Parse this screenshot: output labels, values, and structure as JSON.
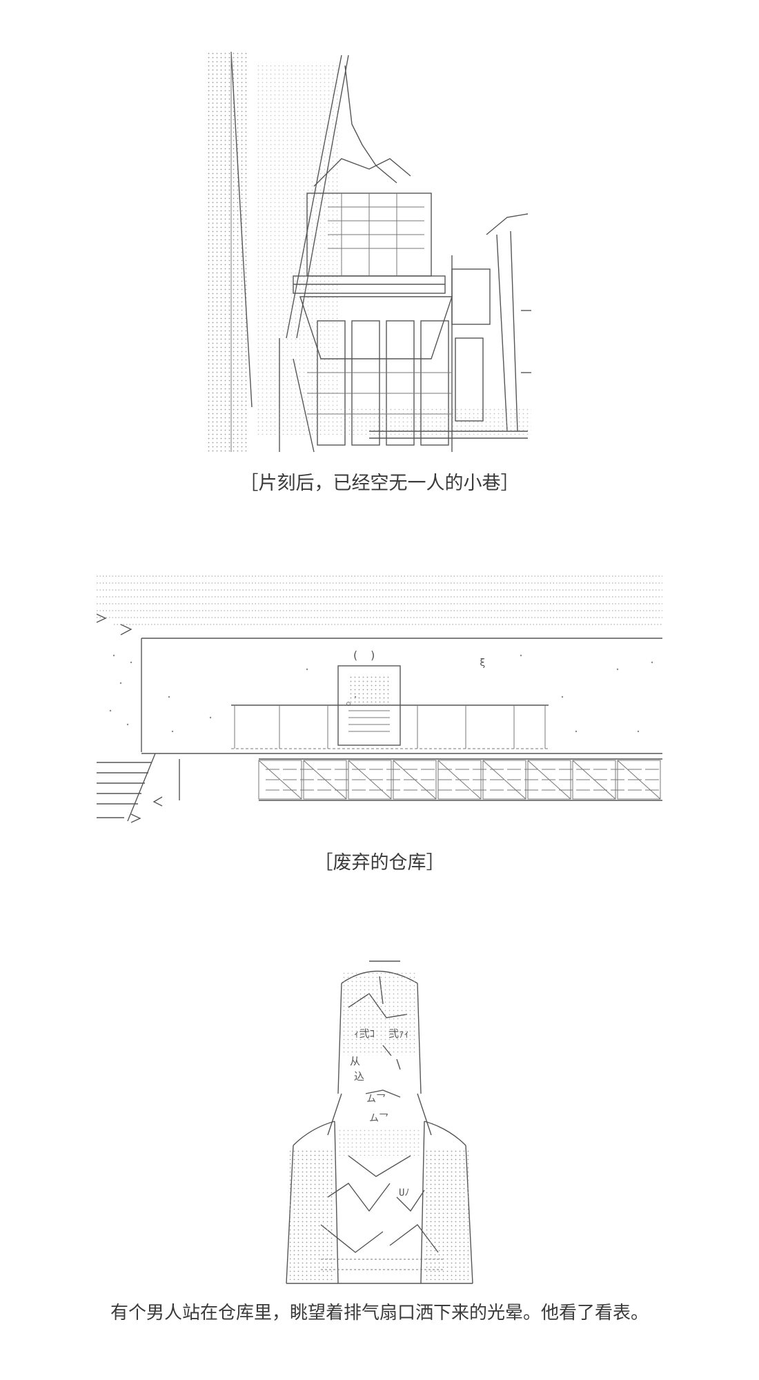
{
  "scenes": [
    {
      "id": "alley",
      "caption": "［片刻后，已经空无一人的小巷］"
    },
    {
      "id": "warehouse",
      "caption": "［废弃的仓库］"
    },
    {
      "id": "man",
      "caption": "有个男人站在仓库里，眺望着排气扇口洒下来的光晕。他看了看表。"
    }
  ],
  "art_text": {
    "warehouse_parens": "(　)",
    "warehouse_xi": "ξ",
    "man_eye_left": "ｨ弐ｺ",
    "man_eye_right": "弐ｧｨ",
    "man_cheek_left": "从",
    "man_cheek_left2": "込",
    "man_mouth_left": "ム乛",
    "man_mouth_right": "ム乛",
    "man_hands": "Uﾉ"
  },
  "colors": {
    "line": "#555555",
    "dots": "#999999",
    "text": "#3a3a3a"
  }
}
